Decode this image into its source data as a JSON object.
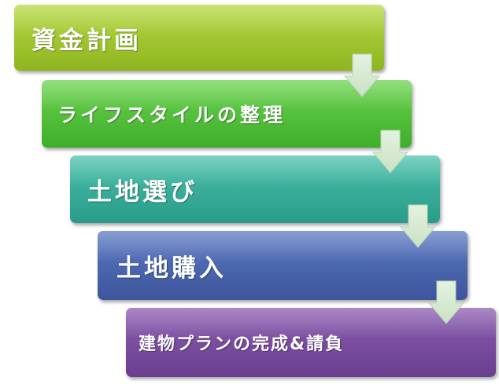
{
  "steps": [
    {
      "label": "資金計画"
    },
    {
      "label": "ライフスタイルの整理"
    },
    {
      "label": "土地選び"
    },
    {
      "label": "土地購入"
    },
    {
      "label": "建物プランの完成&請負"
    }
  ],
  "colors": {
    "step1": "#9dc42d",
    "step2": "#52bf38",
    "step3": "#36ad97",
    "step4": "#4a65ad",
    "step5": "#7a4ca0",
    "arrow": "#d8ecd4"
  },
  "icons": [
    "down-arrow-icon"
  ]
}
